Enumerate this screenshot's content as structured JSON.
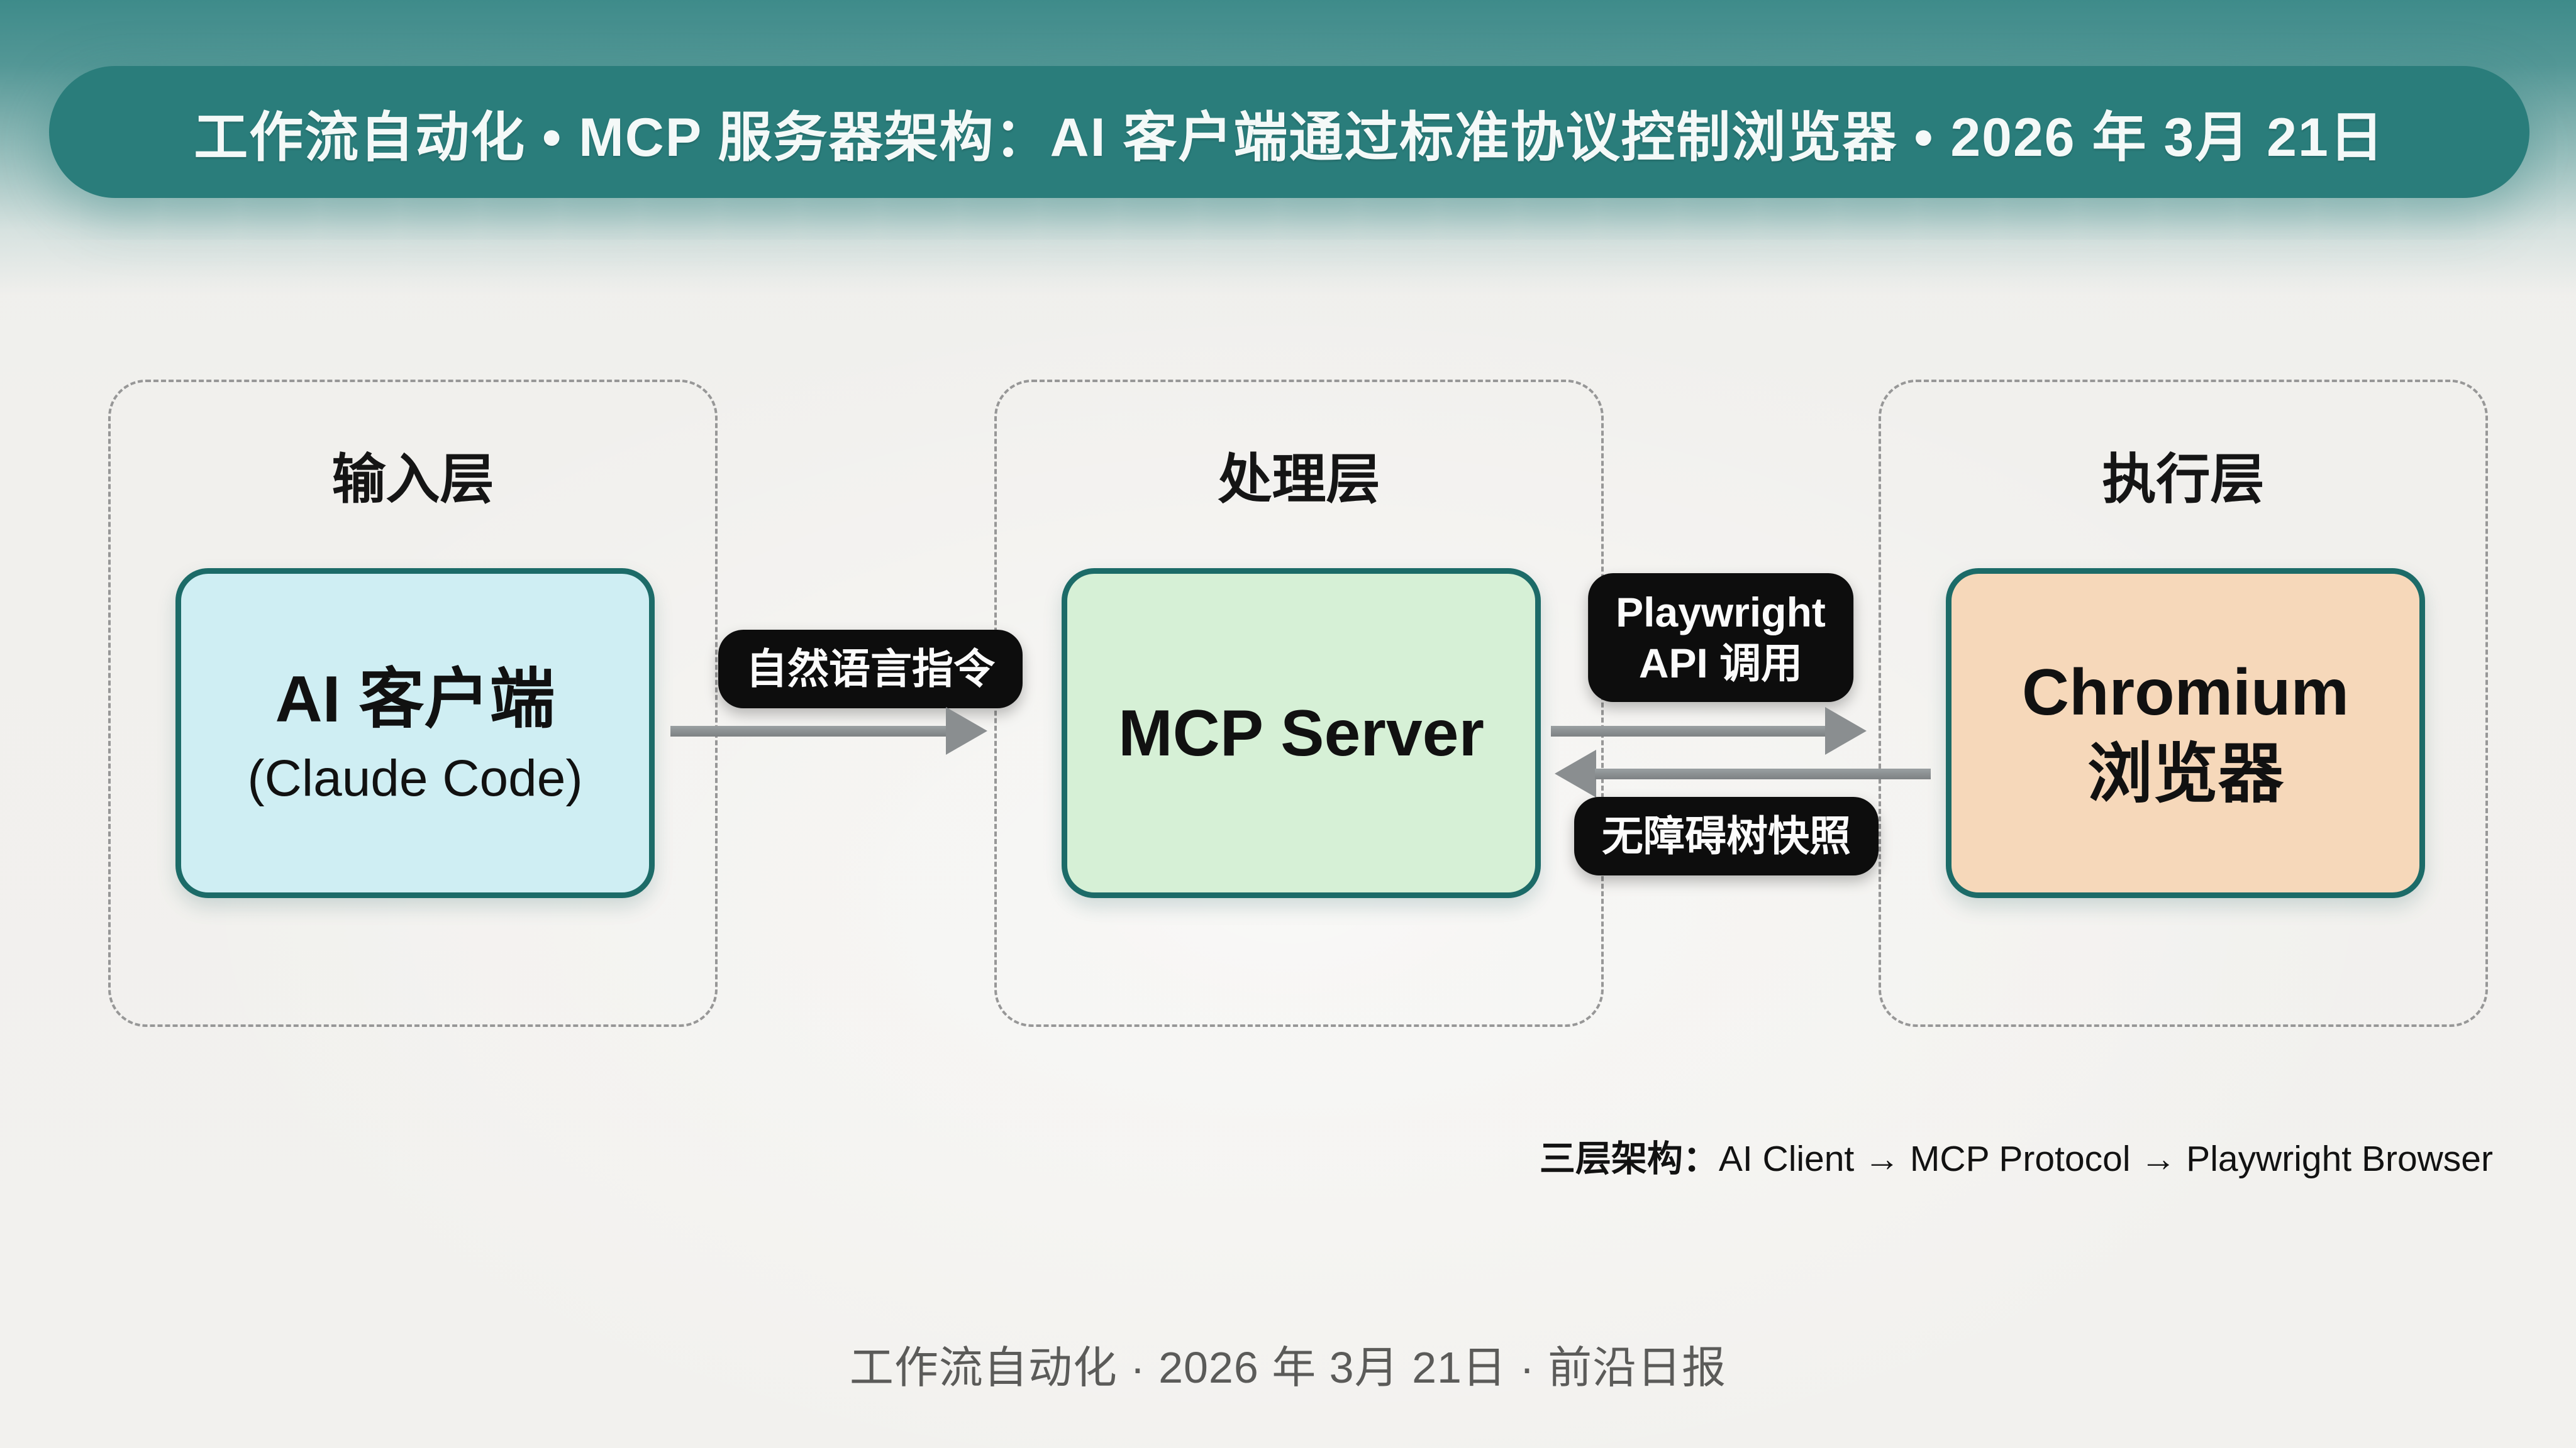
{
  "header": {
    "title": "工作流自动化 • MCP 服务器架构：AI 客户端通过标准协议控制浏览器 • 2026 年 3月 21日"
  },
  "layers": [
    {
      "label": "输入层",
      "box": {
        "title": "AI 客户端",
        "subtitle": "(Claude Code)"
      }
    },
    {
      "label": "处理层",
      "box": {
        "title": "MCP Server"
      }
    },
    {
      "label": "执行层",
      "box": {
        "line1": "Chromium",
        "line2": "浏览器"
      }
    }
  ],
  "arrows": [
    {
      "label": "自然语言指令",
      "direction": "right"
    },
    {
      "line1": "Playwright",
      "line2": "API 调用",
      "direction": "right"
    },
    {
      "label": "无障碍树快照",
      "direction": "left"
    }
  ],
  "summary": {
    "prefix": "三层架构：",
    "text": "AI Client → MCP Protocol → Playwright Browser"
  },
  "footer": {
    "text": "工作流自动化 · 2026 年 3月 21日 · 前沿日报"
  },
  "colors": {
    "header_teal": "#2a7d7b",
    "box_border_teal": "#1c6b68",
    "input_fill": "#cfeef3",
    "process_fill": "#d6f0d6",
    "execute_fill": "#f6d8ba",
    "label_bg": "#0d0d0d",
    "arrow_gray": "#8a8e90",
    "dashed_border": "#979797",
    "background": "#f1f0ed"
  }
}
